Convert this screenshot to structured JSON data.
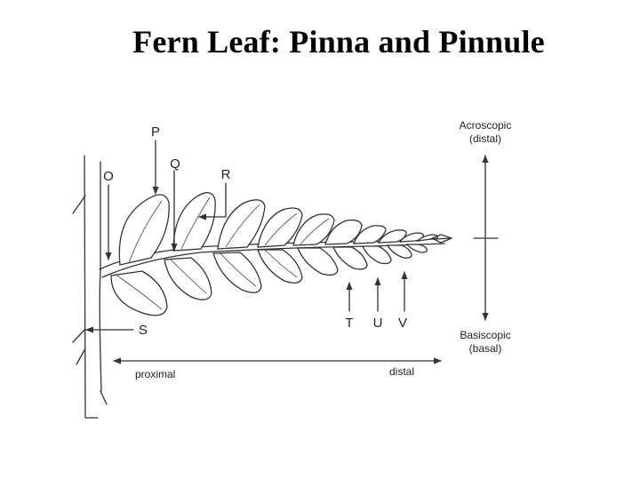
{
  "title": "Fern Leaf: Pinna and Pinnule",
  "labels": {
    "O": "O",
    "P": "P",
    "Q": "Q",
    "R": "R",
    "S": "S",
    "T": "T",
    "U": "U",
    "V": "V"
  },
  "orientation": {
    "acroscopic": "Acroscopic",
    "acroscopic_note": "(distal)",
    "basiscopic": "Basiscopic",
    "basiscopic_note": "(basal)",
    "proximal": "proximal",
    "distal": "distal"
  },
  "colors": {
    "ink": "#333333",
    "background": "#ffffff"
  }
}
